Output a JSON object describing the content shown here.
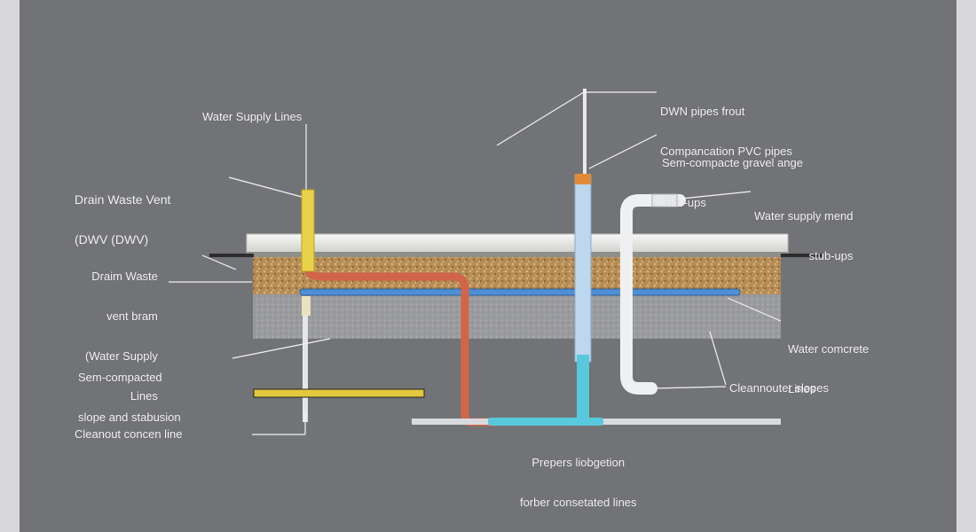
{
  "colors": {
    "frame": "#d7d7d9",
    "background": "#727377",
    "label_text": "#f4f4f4",
    "leader": "#f2f2f2",
    "slab": "#e9e9e6",
    "gravel": "#b68c55",
    "concrete": "#9a9b9e",
    "drain_pipe": "#d2644a",
    "supply_pipe": "#4f8fd6",
    "vent_pipe": "#e8d24a",
    "pvc_pipe": "#eef0f2",
    "dwv_riser": "#bcd7ee",
    "cyan_pipe": "#58c9dc"
  },
  "labels": {
    "water_supply_lines": "Water Supply Lines",
    "drain_waste_vent": [
      "Drain Waste Vent",
      "(DWV (DWV)"
    ],
    "drain_waste_vent_bram": [
      "Draim Waste",
      "vent bram",
      "(Water Supply",
      "Lines"
    ],
    "semi_compacted_slope": [
      "Sem-compacted",
      "slope and stabusion"
    ],
    "cleanout_concen_line": "Cleanout concen line",
    "dwn_pipes": [
      "DWN pipes frout",
      "Compancation PVC pipes"
    ],
    "semi_compacte_gravel": [
      "Sem-compacte gravel ange",
      "stub-ups"
    ],
    "water_supply_mend": [
      "Water supply mend",
      "stub-ups"
    ],
    "water_concrete_lines": [
      "Water comcrete",
      "Lines"
    ],
    "cleanout_slopes": "Cleannouter slopes",
    "prepers_liobgetion": [
      "Prepers liobgetion",
      "forber consetated lines"
    ]
  }
}
